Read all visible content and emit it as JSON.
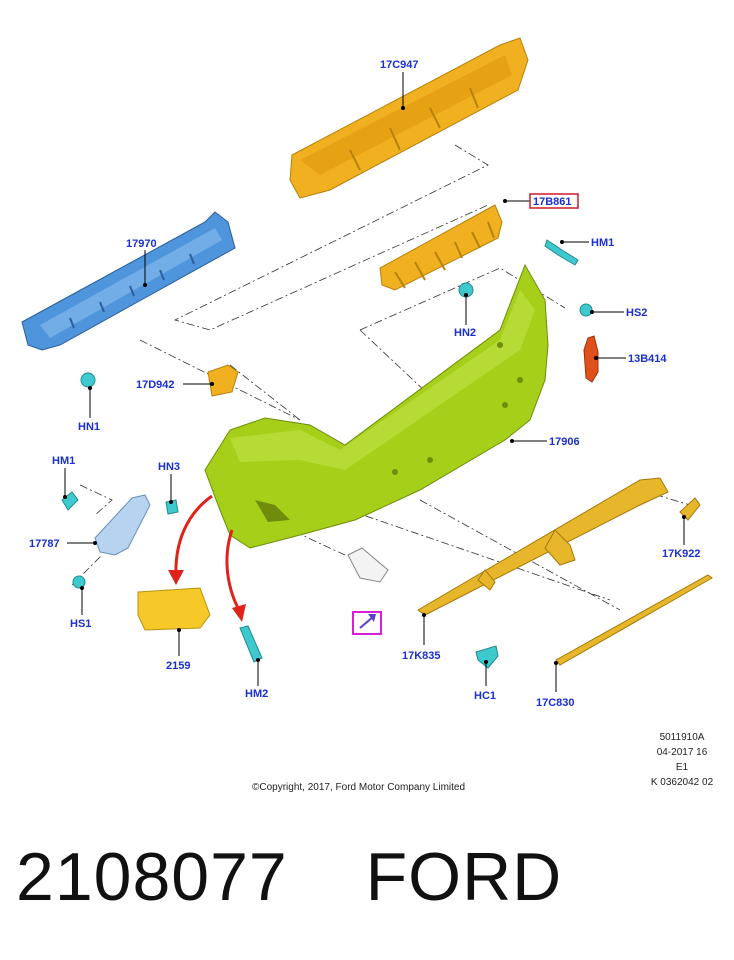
{
  "labels": {
    "p17C947": "17C947",
    "p17B861": "17B861",
    "p17970": "17970",
    "pHM1_top": "HM1",
    "pHN2": "HN2",
    "pHS2": "HS2",
    "p13B414": "13B414",
    "p17D942": "17D942",
    "pHN1": "HN1",
    "p17906": "17906",
    "pHM1_left": "HM1",
    "pHN3": "HN3",
    "p17787": "17787",
    "pHS1": "HS1",
    "p2159": "2159",
    "pHM2": "HM2",
    "p17K835": "17K835",
    "pHC1": "HC1",
    "p17K922": "17K922",
    "p17C830": "17C830"
  },
  "meta": {
    "line1": "5011910A",
    "line2": "04-2017 16",
    "line3": "E1",
    "line4": "K 0362042 02",
    "copyright": "©Copyright, 2017, Ford Motor Company Limited"
  },
  "footer": {
    "part_number": "2108077",
    "brand": "FORD"
  },
  "colors": {
    "label_blue": "#1a2fd0",
    "highlight_box": "#d0192b",
    "sensor_box": "#d91ed9",
    "bumper_green": "#a6cf1a",
    "absorber_orange": "#f0b01f",
    "beam_blue": "#4f95db",
    "clip_cyan": "#3ec9cf",
    "arrow_red": "#e0231a",
    "reflector_red": "#e0501a"
  }
}
